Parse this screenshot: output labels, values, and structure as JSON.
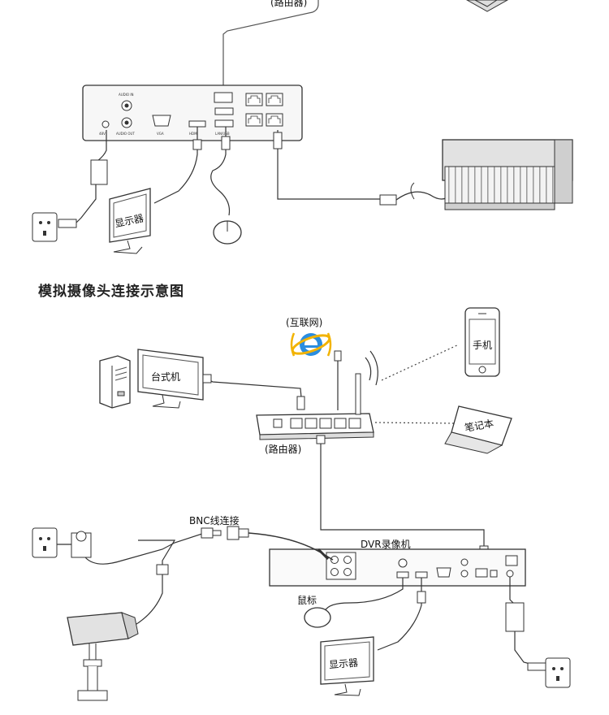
{
  "top_diagram": {
    "router_label": "(路由器)",
    "monitor_label": "显示器",
    "nvr_ports": {
      "audio_in": "AUDIO IN",
      "audio_out": "AUDIO OUT",
      "power": "48V",
      "vga": "VGA",
      "hdmi": "HDMI",
      "lan_usb": "LAN/USB"
    }
  },
  "section_title": "模拟摄像头连接示意图",
  "bottom_diagram": {
    "internet_label": "(互联网)",
    "router_label": "(路由器)",
    "desktop_label": "台式机",
    "phone_label": "手机",
    "laptop_label": "笔记本",
    "bnc_label": "BNC线连接",
    "dvr_label": "DVR录像机",
    "mouse_label": "鼠标",
    "monitor_label": "显示器"
  },
  "icons": [
    "internet-explorer-icon",
    "wifi-icon",
    "power-socket-icon"
  ]
}
